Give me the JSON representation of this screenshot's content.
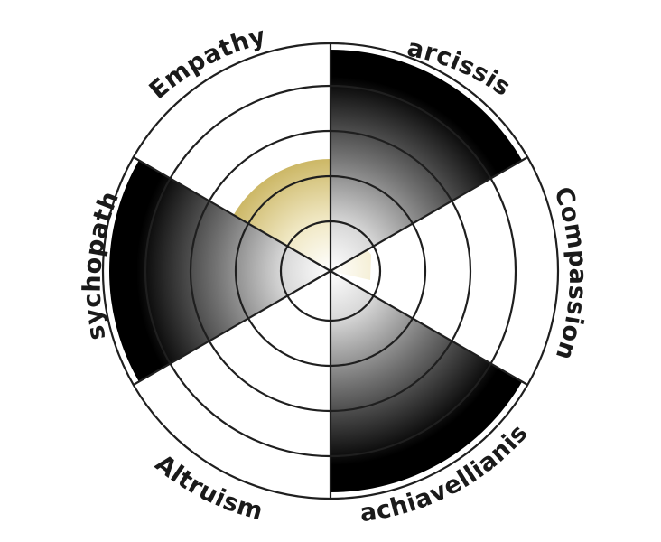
{
  "diagram": {
    "segments": [
      {
        "label": "Narcissism",
        "shaded": true,
        "level": 5
      },
      {
        "label": "Compassion",
        "shaded": false,
        "level": 0
      },
      {
        "label": "Machiavellianism",
        "shaded": true,
        "level": 5
      },
      {
        "label": "Altruism",
        "shaded": false,
        "level": 0
      },
      {
        "label": "Psychopathy",
        "shaded": true,
        "level": 5
      },
      {
        "label": "Empathy",
        "shaded": false,
        "level": 0
      }
    ],
    "ring_count": 5,
    "colors": {
      "shade_dark": "#000000",
      "shade_light": "#ffffff",
      "core_gold": "#c9b45a",
      "stroke": "#1f1f1f"
    }
  }
}
